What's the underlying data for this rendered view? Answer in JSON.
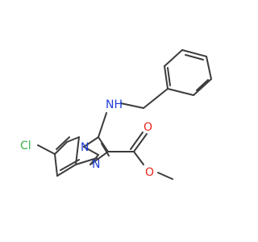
{
  "molecule": {
    "atoms": {
      "chlorine": {
        "label": "Cl",
        "color": "#3cb44b"
      },
      "ring_nitrogen": {
        "label": "N",
        "color": "#1f3fd6"
      },
      "imine_nitrogen": {
        "label": "N",
        "color": "#1f3fd6"
      },
      "amine": {
        "label": "NH",
        "color": "#1f3fd6"
      },
      "carbonyl_oxygen": {
        "label": "O",
        "color": "#e8261c"
      },
      "ester_oxygen": {
        "label": "O",
        "color": "#e8261c"
      }
    },
    "bond_color": "#3c3c3c"
  }
}
